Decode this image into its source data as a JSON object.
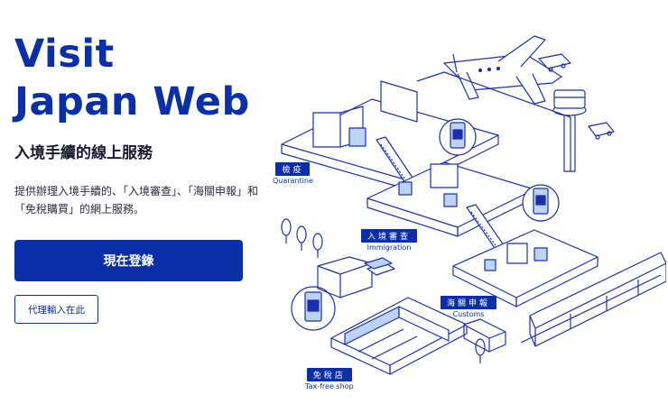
{
  "hero": {
    "title_line1": "Visit",
    "title_line2": "Japan Web",
    "subtitle": "入境手續的線上服務",
    "description": "提供辦理入境手續的、「入境審查」、「海關申報」和「免稅購買」的網上服務。"
  },
  "actions": {
    "login_label": "現在登錄",
    "proxy_label": "代理輸入在此"
  },
  "illustration": {
    "areas": [
      {
        "id": "quarantine",
        "ja": "檢疫",
        "en": "Quarantine"
      },
      {
        "id": "immigration",
        "ja": "入境審查",
        "en": "Immigration"
      },
      {
        "id": "customs",
        "ja": "海關申報",
        "en": "Customs"
      },
      {
        "id": "taxfree",
        "ja": "免稅店",
        "en": "Tax-free shop"
      }
    ]
  },
  "colors": {
    "brand": "#0b2fa8",
    "line": "#1b2fb0",
    "accent_light": "#bcd3f5"
  }
}
